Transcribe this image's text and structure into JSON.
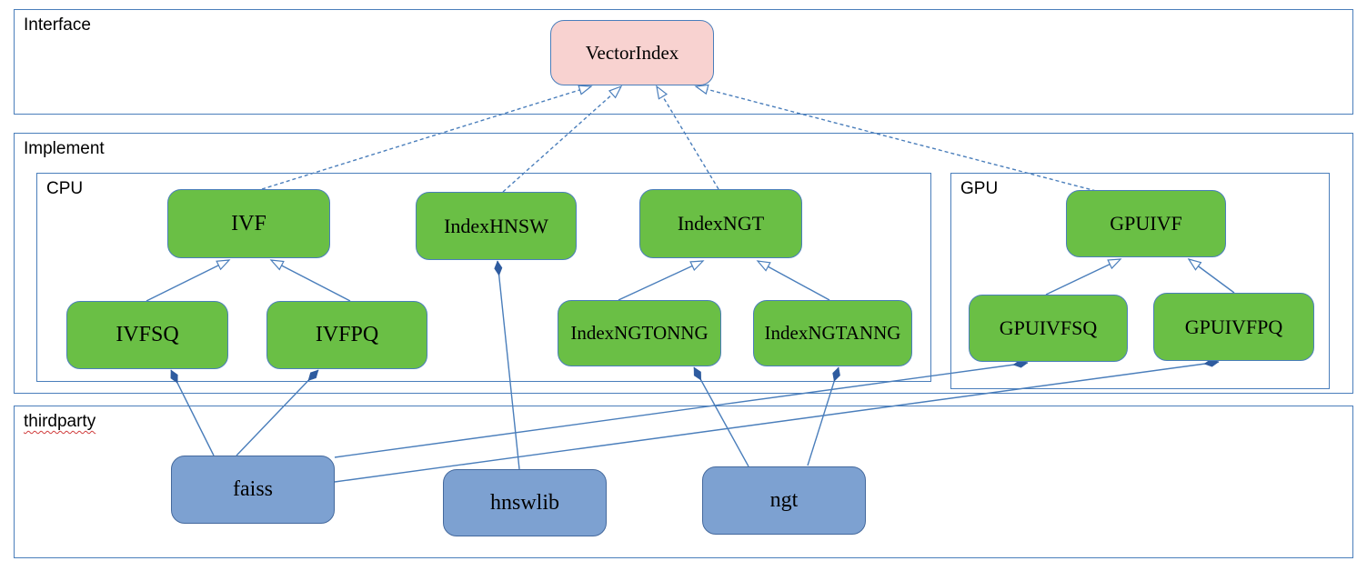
{
  "diagram": {
    "containers": {
      "interface": {
        "label": "Interface"
      },
      "implement": {
        "label": "Implement"
      },
      "cpu": {
        "label": "CPU"
      },
      "gpu": {
        "label": "GPU"
      },
      "thirdparty": {
        "label": "thirdparty"
      }
    },
    "nodes": {
      "vectorindex": {
        "label": "VectorIndex",
        "kind": "interface"
      },
      "ivf": {
        "label": "IVF",
        "kind": "cpu-implementation"
      },
      "indexhnsw": {
        "label": "IndexHNSW",
        "kind": "cpu-implementation"
      },
      "indexngt": {
        "label": "IndexNGT",
        "kind": "cpu-implementation"
      },
      "ivfsq": {
        "label": "IVFSQ",
        "kind": "cpu-implementation"
      },
      "ivfpq": {
        "label": "IVFPQ",
        "kind": "cpu-implementation"
      },
      "indexngtonng": {
        "label": "IndexNGTONNG",
        "kind": "cpu-implementation"
      },
      "indexngtanng": {
        "label": "IndexNGTANNG",
        "kind": "cpu-implementation"
      },
      "gpuivf": {
        "label": "GPUIVF",
        "kind": "gpu-implementation"
      },
      "gpuivfsq": {
        "label": "GPUIVFSQ",
        "kind": "gpu-implementation"
      },
      "gpuivfpq": {
        "label": "GPUIVFPQ",
        "kind": "gpu-implementation"
      },
      "faiss": {
        "label": "faiss",
        "kind": "thirdparty-library"
      },
      "hnswlib": {
        "label": "hnswlib",
        "kind": "thirdparty-library"
      },
      "ngt": {
        "label": "ngt",
        "kind": "thirdparty-library"
      }
    },
    "relations": {
      "realizations": [
        {
          "from": "IVF",
          "to": "VectorIndex",
          "style": "dashed, hollow arrow at VectorIndex"
        },
        {
          "from": "IndexHNSW",
          "to": "VectorIndex",
          "style": "dashed, hollow arrow at VectorIndex"
        },
        {
          "from": "IndexNGT",
          "to": "VectorIndex",
          "style": "dashed, hollow arrow at VectorIndex"
        },
        {
          "from": "GPUIVF",
          "to": "VectorIndex",
          "style": "dashed, hollow arrow at VectorIndex"
        }
      ],
      "inheritances": [
        {
          "from": "IVFSQ",
          "to": "IVF",
          "style": "solid, hollow arrow at parent"
        },
        {
          "from": "IVFPQ",
          "to": "IVF",
          "style": "solid, hollow arrow at parent"
        },
        {
          "from": "IndexNGTONNG",
          "to": "IndexNGT",
          "style": "solid, hollow arrow at parent"
        },
        {
          "from": "IndexNGTANNG",
          "to": "IndexNGT",
          "style": "solid, hollow arrow at parent"
        },
        {
          "from": "GPUIVFSQ",
          "to": "GPUIVF",
          "style": "solid, hollow arrow at parent"
        },
        {
          "from": "GPUIVFPQ",
          "to": "GPUIVF",
          "style": "solid, hollow arrow at parent"
        }
      ],
      "compositions": [
        {
          "from": "faiss",
          "to": "IVFSQ",
          "style": "solid, filled diamond at class"
        },
        {
          "from": "faiss",
          "to": "IVFPQ",
          "style": "solid, filled diamond at class"
        },
        {
          "from": "faiss",
          "to": "GPUIVFSQ",
          "style": "solid, filled diamond at class"
        },
        {
          "from": "faiss",
          "to": "GPUIVFPQ",
          "style": "solid, filled diamond at class"
        },
        {
          "from": "hnswlib",
          "to": "IndexHNSW",
          "style": "solid, filled diamond at class"
        },
        {
          "from": "ngt",
          "to": "IndexNGTONNG",
          "style": "solid, filled diamond at class"
        },
        {
          "from": "ngt",
          "to": "IndexNGTANNG",
          "style": "solid, filled diamond at class"
        }
      ]
    },
    "colors": {
      "interface_fill": "#f8d2d0",
      "implementation_fill": "#6abf45",
      "thirdparty_fill": "#7da1d1",
      "border_line": "#4a7ebb",
      "diamond_fill": "#2e5b9f",
      "spellcheck_underline": "#d03c3c",
      "text": "#000000"
    }
  }
}
